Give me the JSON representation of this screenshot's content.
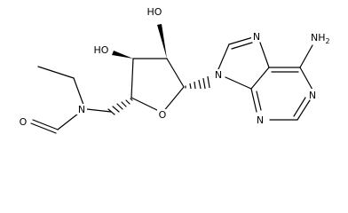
{
  "molecule": {
    "atom_labels": {
      "oh_top": "HO",
      "oh_left": "HO",
      "ring_oxygen": "O",
      "purine_n9": "N",
      "purine_n7": "N",
      "purine_n3": "N",
      "purine_n1": "N",
      "amine": "NH",
      "amine_subscript": "2",
      "amide_n": "N",
      "carbonyl_o": "O"
    },
    "colors": {
      "bond": "#000000",
      "background": "#ffffff",
      "text": "#000000"
    }
  }
}
